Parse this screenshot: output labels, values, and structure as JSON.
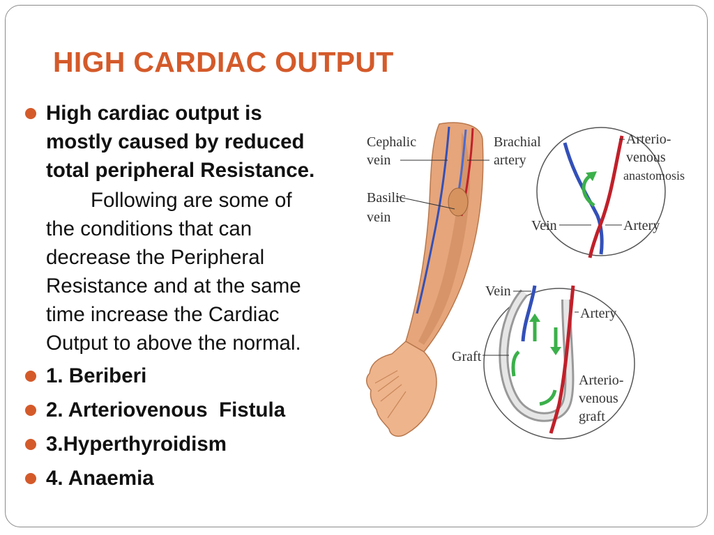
{
  "slide": {
    "title": "HIGH CARDIAC OUTPUT",
    "intro_bold": "High cardiac output is mostly caused by reduced total peripheral Resistance.",
    "intro_lines": [
      "High cardiac output is",
      "mostly caused by reduced",
      "total peripheral Resistance."
    ],
    "para_lines": [
      "Following are some of",
      "the conditions that can",
      "decrease the Peripheral",
      "Resistance and at the same",
      "time increase the Cardiac",
      "Output to above the normal."
    ],
    "items": [
      "1. Beriberi",
      "2. Arteriovenous  Fistula",
      "3.Hyperthyroidism",
      "4. Anaemia"
    ],
    "accent_color": "#d45a2a"
  },
  "figure": {
    "labels": {
      "cephalic": "Cephalic",
      "cephalic2": "vein",
      "basilic": "Basilic",
      "basilic2": "vein",
      "brachial": "Brachial",
      "brachial2": "artery",
      "av1": "Arterio-",
      "av2": "venous",
      "av3": "anastomosis",
      "vein_a": "Vein",
      "artery_a": "Artery",
      "vein_b": "Vein",
      "artery_b": "Artery",
      "graft": "Graft",
      "avg1": "Arterio-",
      "avg2": "venous",
      "avg3": "graft"
    }
  }
}
